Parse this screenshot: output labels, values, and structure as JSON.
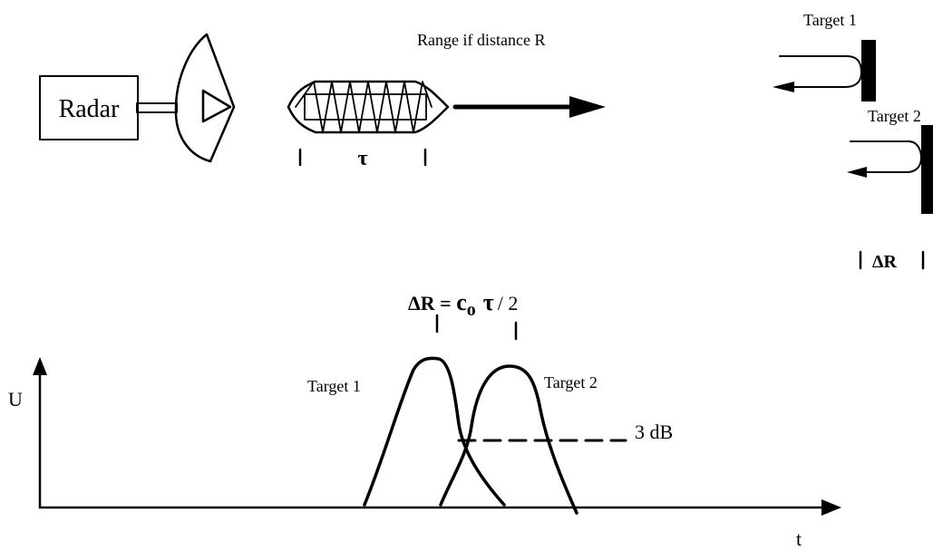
{
  "radar": {
    "label": "Radar"
  },
  "pulse": {
    "width_label": "τ"
  },
  "range": {
    "label": "Range if distance R"
  },
  "targets": {
    "target1_label": "Target 1",
    "target2_label": "Target 2",
    "separation_label": "ΔR"
  },
  "formula": {
    "lhs": "ΔR = ",
    "c": "c",
    "c_sub": "o",
    "tau": "τ",
    "rest": "/ 2"
  },
  "plot": {
    "y_axis_label": "U",
    "x_axis_label": "t",
    "echo1_label": "Target 1",
    "echo2_label": "Target 2",
    "threshold_label": "3 dB"
  }
}
